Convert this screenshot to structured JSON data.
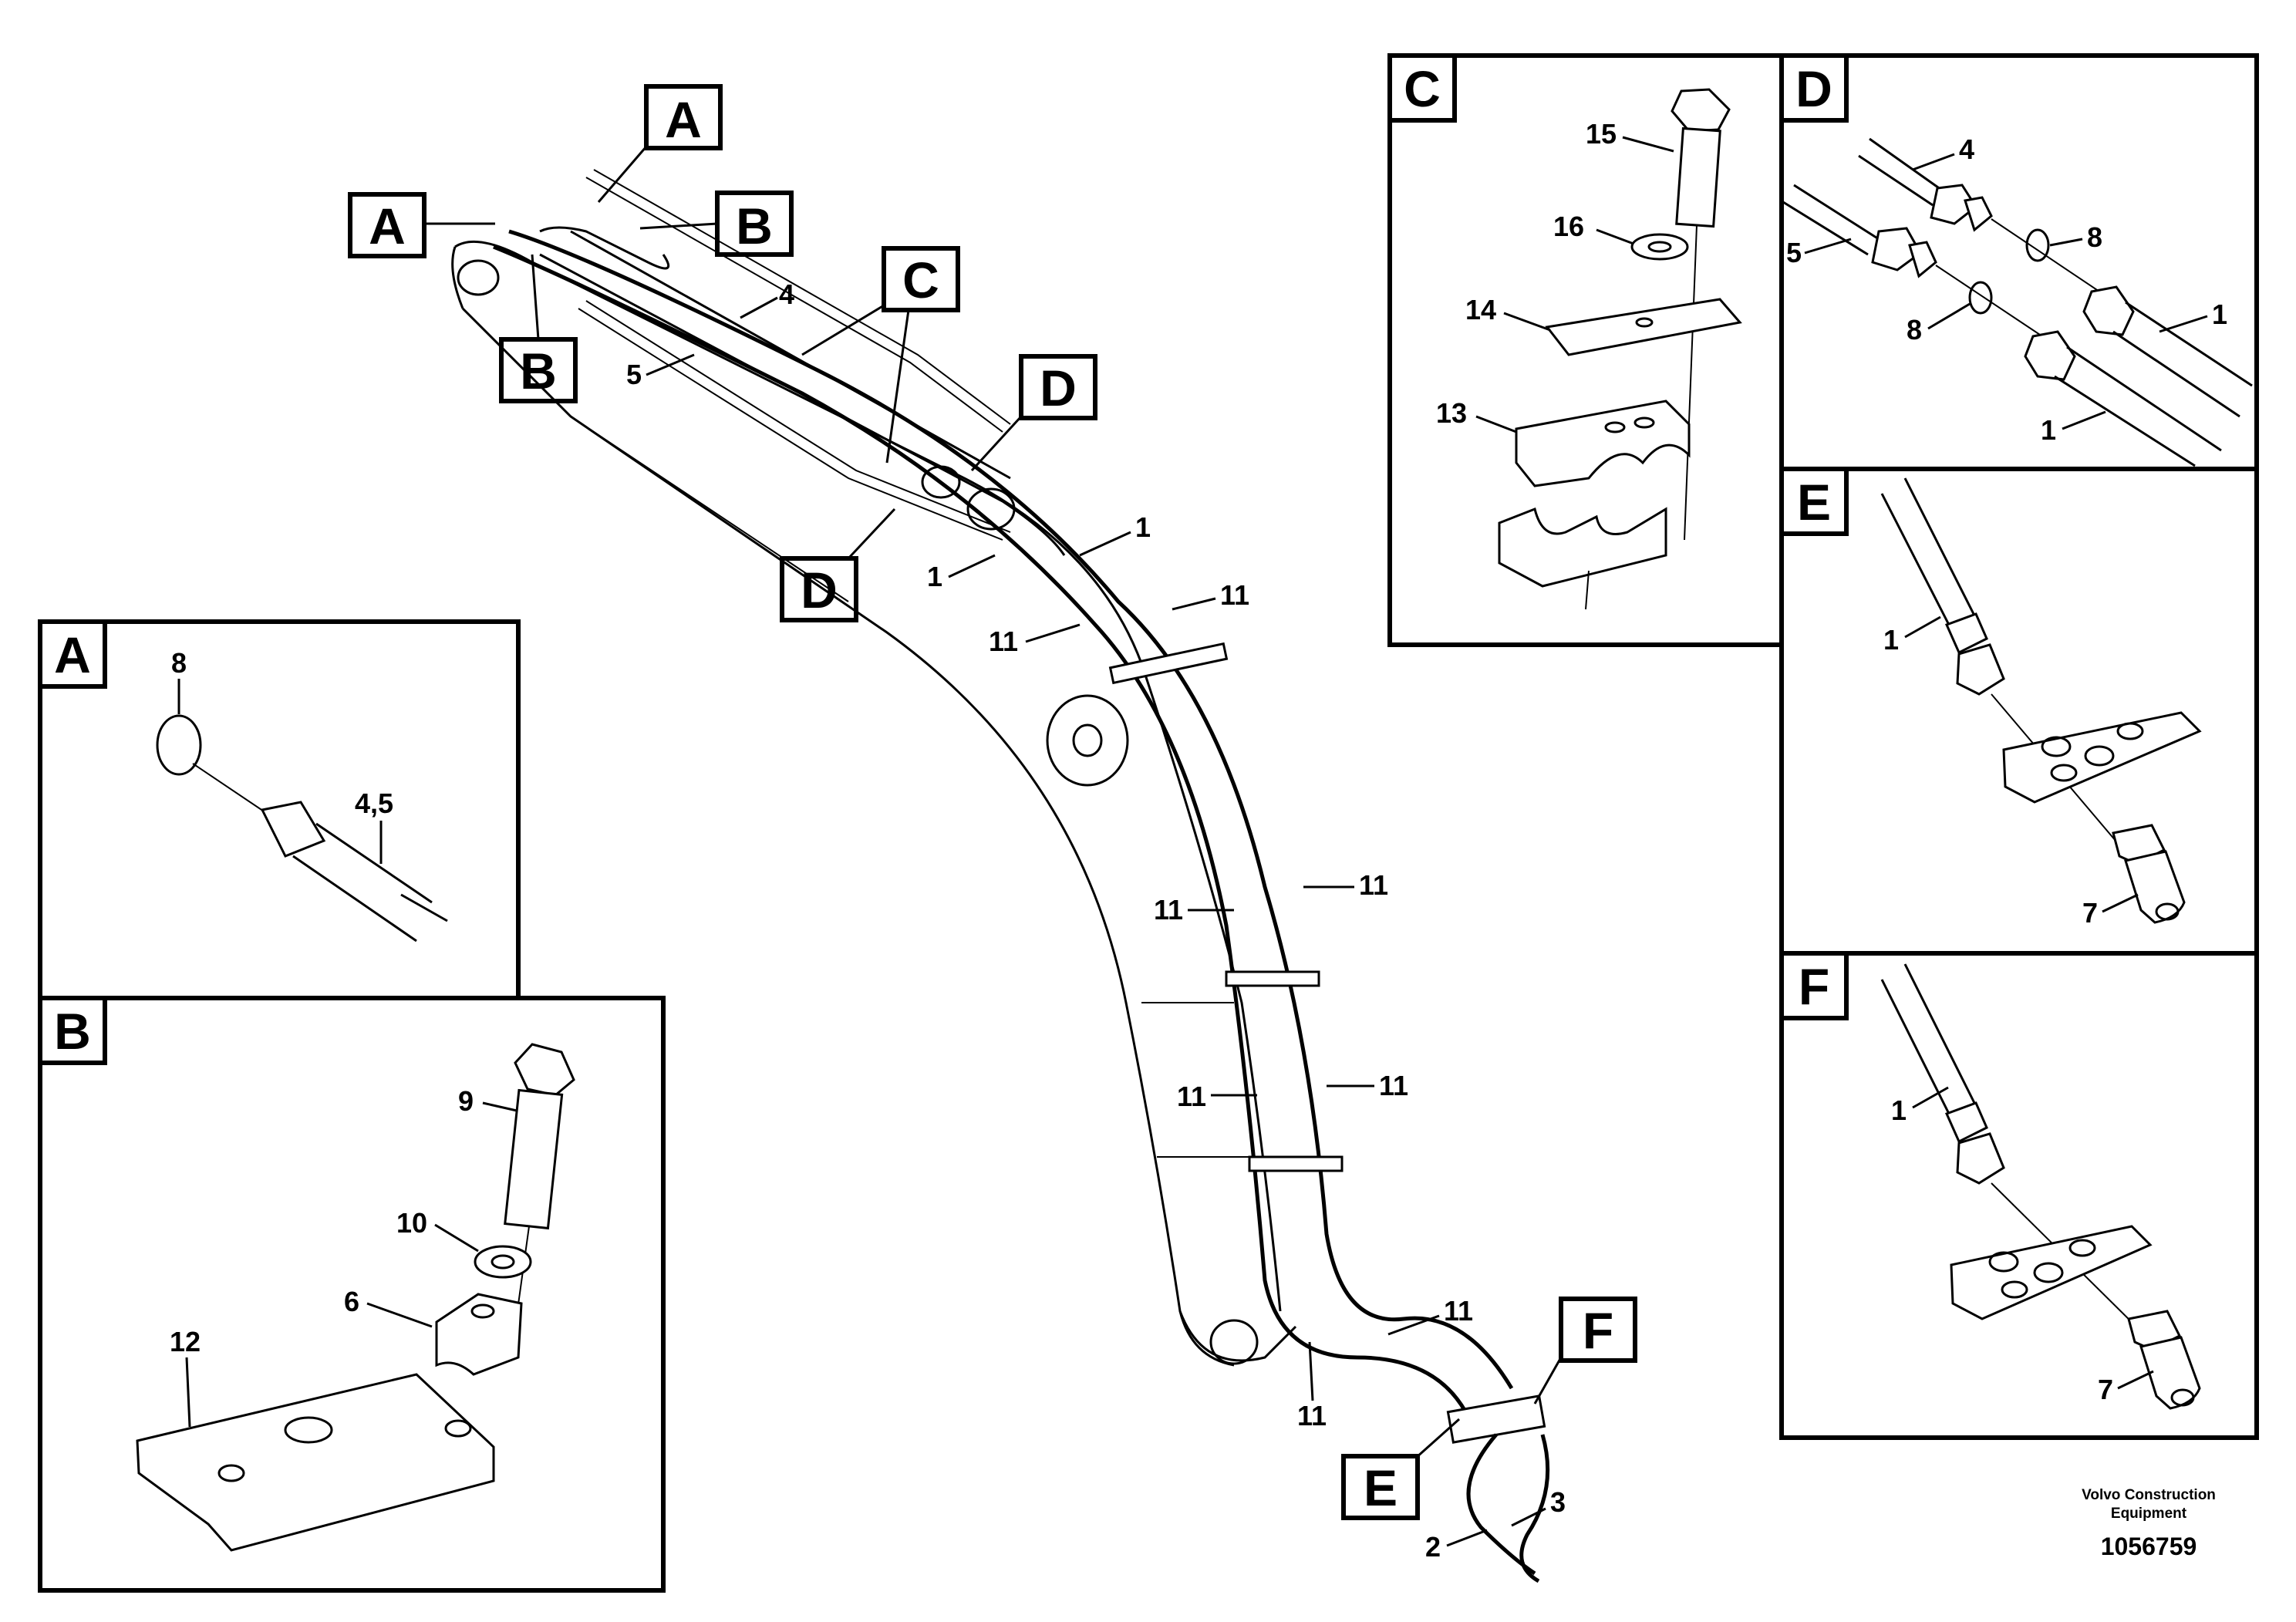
{
  "callouts": {
    "A": "A",
    "B": "B",
    "C": "C",
    "D": "D",
    "E": "E",
    "F": "F"
  },
  "numbers": {
    "n1": "1",
    "n2": "2",
    "n3": "3",
    "n4": "4",
    "n5": "5",
    "n6": "6",
    "n7": "7",
    "n8": "8",
    "n9": "9",
    "n10": "10",
    "n11": "11",
    "n12": "12",
    "n13": "13",
    "n14": "14",
    "n15": "15",
    "n16": "16",
    "n45": "4,5"
  },
  "caption": {
    "line1": "Volvo Construction",
    "line2": "Equipment",
    "drawing_number": "1056759"
  }
}
